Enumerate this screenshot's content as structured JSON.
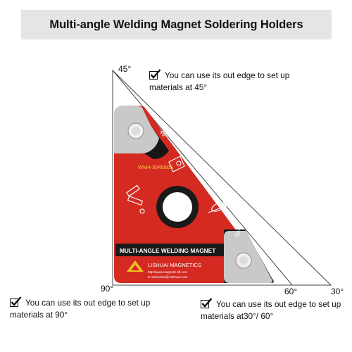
{
  "title": "Multi-angle Welding Magnet Soldering Holders",
  "angles": {
    "top": "45°",
    "bottom_left": "90°",
    "bottom_mid": "60°",
    "bottom_right": "30°"
  },
  "notes": [
    {
      "icon": "checkbox-check-icon",
      "line1": "You can use its out edge to set up",
      "line2": "materials at 45°"
    },
    {
      "icon": "checkbox-check-icon",
      "line1": "You can use its out edge to set up",
      "line2": "materials at 90°"
    },
    {
      "icon": "checkbox-check-icon",
      "line1": "You can use its out edge to set up",
      "line2": "materials at30°/ 60°"
    }
  ],
  "product": {
    "model": "WM4-304590S",
    "name_band": "MULTI-ANGLE WELDING MAGNET",
    "corner_45": "45°",
    "corner_60": "60°",
    "brand": "LISHUAI MAGNETICS",
    "website": "http://www.magnetic-lift.com",
    "email": "E-mail:sales@cnlishuai.com",
    "colors": {
      "body": "#d42a22",
      "metal": "#c9c9c9",
      "black": "#161616",
      "band": "#1a1a1a"
    }
  }
}
